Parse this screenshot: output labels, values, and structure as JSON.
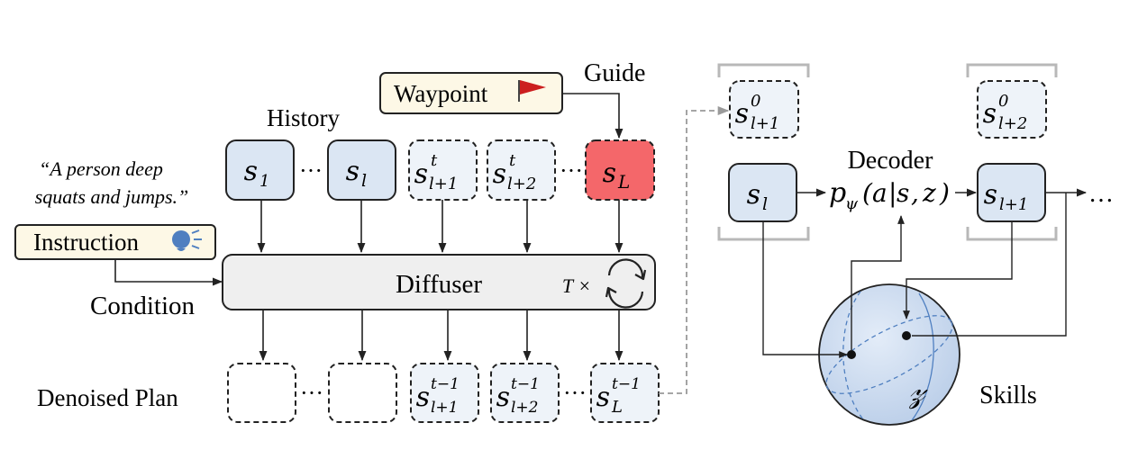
{
  "quote": [
    "“A person deep",
    "squats and jumps.”"
  ],
  "instruction_label": "Instruction",
  "condition_label": "Condition",
  "history_label": "History",
  "waypoint_label": "Waypoint",
  "guide_label": "Guide",
  "diffuser_label": "Diffuser",
  "loop_label": "T ×",
  "denoised_label": "Denoised Plan",
  "decoder_label": "Decoder",
  "skills_label": "Skills",
  "ellipsis": "…",
  "dots": "···",
  "colors": {
    "history_fill": "#dbe6f3",
    "noisy_fill": "#eef3f9",
    "goal_fill": "#f4676a",
    "diffuser_fill": "#efefef",
    "callout_fill": "#fdf8e6",
    "sphere_fill": "#cddcf0",
    "flag": "#cc1f1f",
    "bracket": "#b8b8b8"
  }
}
